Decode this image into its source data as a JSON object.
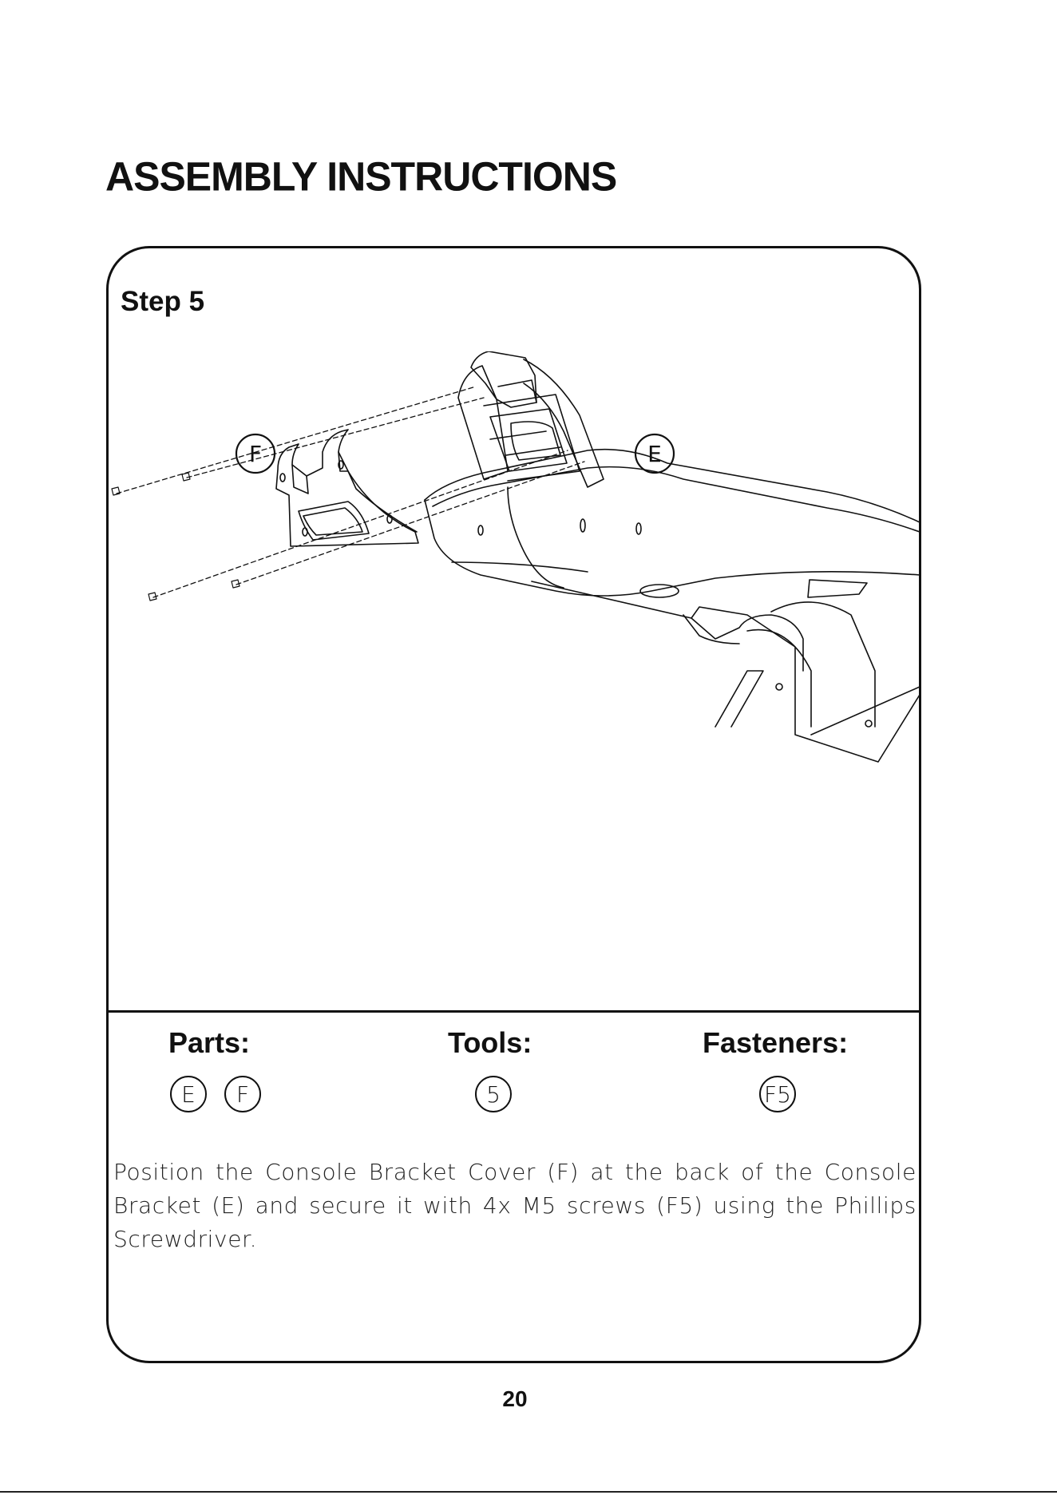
{
  "header": {
    "title": "ASSEMBLY INSTRUCTIONS"
  },
  "step": {
    "label": "Step 5",
    "figure_callouts": {
      "bracket_cover": "F",
      "console_bracket": "E"
    }
  },
  "requirements": {
    "parts": {
      "heading": "Parts:",
      "items": [
        "E",
        "F"
      ]
    },
    "tools": {
      "heading": "Tools:",
      "items": [
        "5"
      ]
    },
    "fasteners": {
      "heading": "Fasteners:",
      "items": [
        "F5"
      ]
    }
  },
  "description": "Position the Console Bracket Cover (F) at the back of the Console Bracket (E) and secure it with 4x M5 screws (F5) using the Phillips Screwdriver.",
  "footer": {
    "page_number": "20"
  }
}
